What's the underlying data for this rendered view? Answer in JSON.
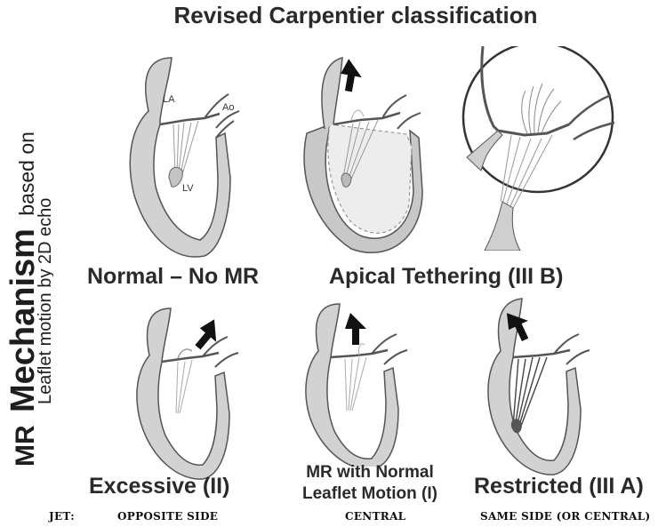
{
  "title": "Revised Carpentier classification",
  "side_label": {
    "prefix": "MR",
    "emphasis": "Mechanism",
    "suffix": "based on",
    "line2": "Leaflet motion by 2D echo"
  },
  "panels": {
    "normal": {
      "caption": "Normal – No MR",
      "labels": {
        "la": "LA",
        "ao": "Ao",
        "lv": "LV"
      }
    },
    "apical": {
      "caption": "Apical Tethering (III B)"
    },
    "excessive": {
      "caption": "Excessive (II)"
    },
    "normal_motion": {
      "caption_line1": "MR with Normal",
      "caption_line2": "Leaflet Motion (I)"
    },
    "restricted": {
      "caption": "Restricted (III A)"
    }
  },
  "jet": {
    "label": "JET:",
    "opposite": "OPPOSITE SIDE",
    "central": "CENTRAL",
    "same": "SAME SIDE (OR CENTRAL)"
  },
  "colors": {
    "tissue": "#d2d2d2",
    "outline": "#555555",
    "arrow": "#111111",
    "text": "#2a2a2a"
  }
}
